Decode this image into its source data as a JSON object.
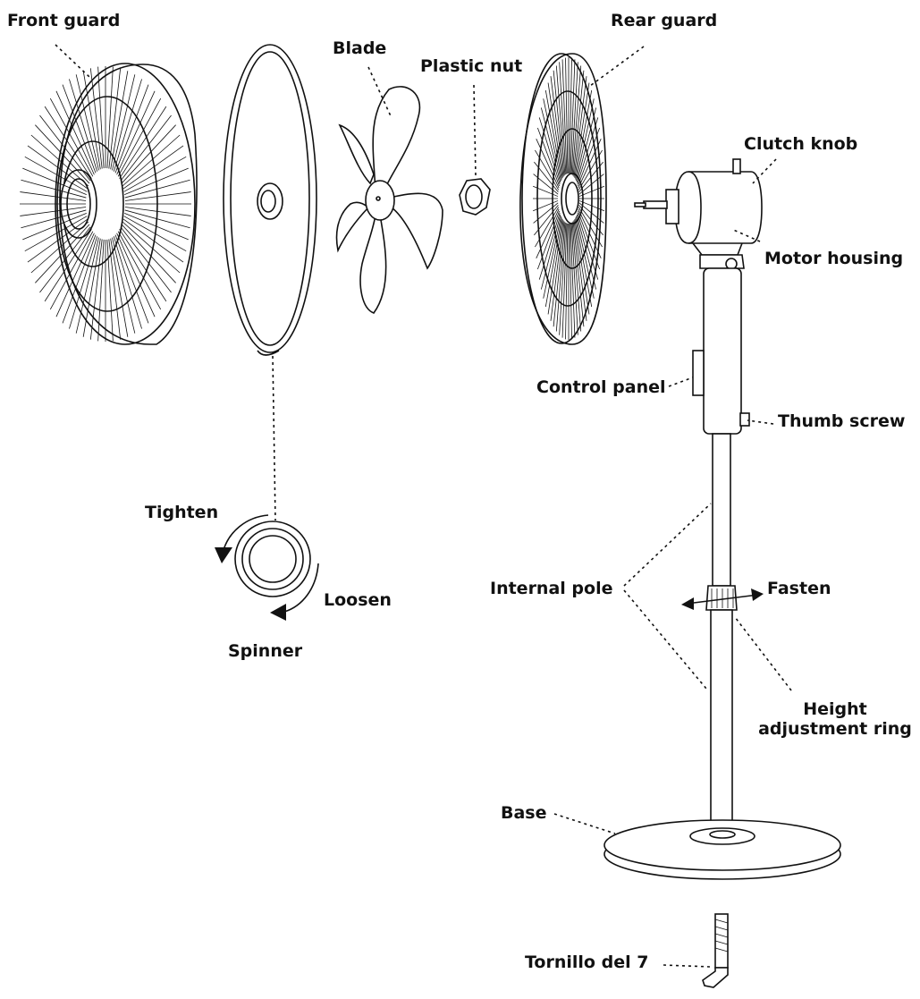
{
  "labels": {
    "front_guard": "Front guard",
    "rear_guard": "Rear guard",
    "blade": "Blade",
    "plastic_nut": "Plastic nut",
    "clutch_knob": "Clutch knob",
    "motor_housing": "Motor housing",
    "control_panel": "Control panel",
    "thumb_screw": "Thumb screw",
    "tighten": "Tighten",
    "loosen": "Loosen",
    "spinner": "Spinner",
    "internal_pole": "Internal pole",
    "fasten": "Fasten",
    "height_adjustment_ring_line1": "Height",
    "height_adjustment_ring_line2": "adjustment ring",
    "base": "Base",
    "tornillo": "Tornillo del 7"
  },
  "colors": {
    "line": "#111111",
    "background": "#ffffff"
  },
  "icons": {
    "front_guard": "front-guard-drawing",
    "front_ring": "front-ring-drawing",
    "blade": "blade-drawing",
    "plastic_nut": "plastic-nut-drawing",
    "rear_guard": "rear-guard-drawing",
    "motor_housing": "motor-housing-drawing",
    "pole": "pole-drawing",
    "spinner": "spinner-drawing",
    "base": "base-drawing",
    "screw": "screw-drawing"
  }
}
